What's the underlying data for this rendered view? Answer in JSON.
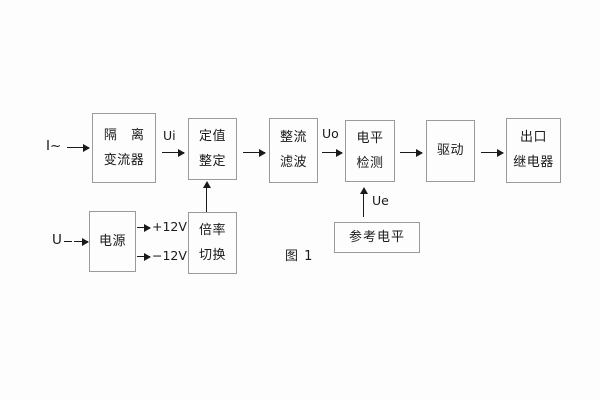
{
  "figure": {
    "caption": "图 1",
    "background_color": "#fdfdfd",
    "box_border_color": "#9a9a9a",
    "line_color": "#1a1a1a"
  },
  "inputs": {
    "current": "I~",
    "voltage": "U"
  },
  "signals": {
    "ui": "Ui",
    "uo": "Uo",
    "ue": "Ue",
    "plus12v": "+12V",
    "minus12v": "−12V"
  },
  "blocks": [
    {
      "id": "isolation-transformer",
      "line1": "隔 离",
      "line2": "变流器"
    },
    {
      "id": "setting-adjustment",
      "line1": "定值",
      "line2": "整定"
    },
    {
      "id": "rectifier-filter",
      "line1": "整流",
      "line2": "滤波"
    },
    {
      "id": "level-detection",
      "line1": "电平",
      "line2": "检测"
    },
    {
      "id": "drive",
      "line1": "驱动",
      "line2": ""
    },
    {
      "id": "output-relay",
      "line1": "出口",
      "line2": "继电器"
    },
    {
      "id": "power-supply",
      "line1": "电源",
      "line2": ""
    },
    {
      "id": "multiplier-switch",
      "line1": "倍率",
      "line2": "切换"
    },
    {
      "id": "reference-level",
      "line1": "参考电平",
      "line2": ""
    }
  ]
}
